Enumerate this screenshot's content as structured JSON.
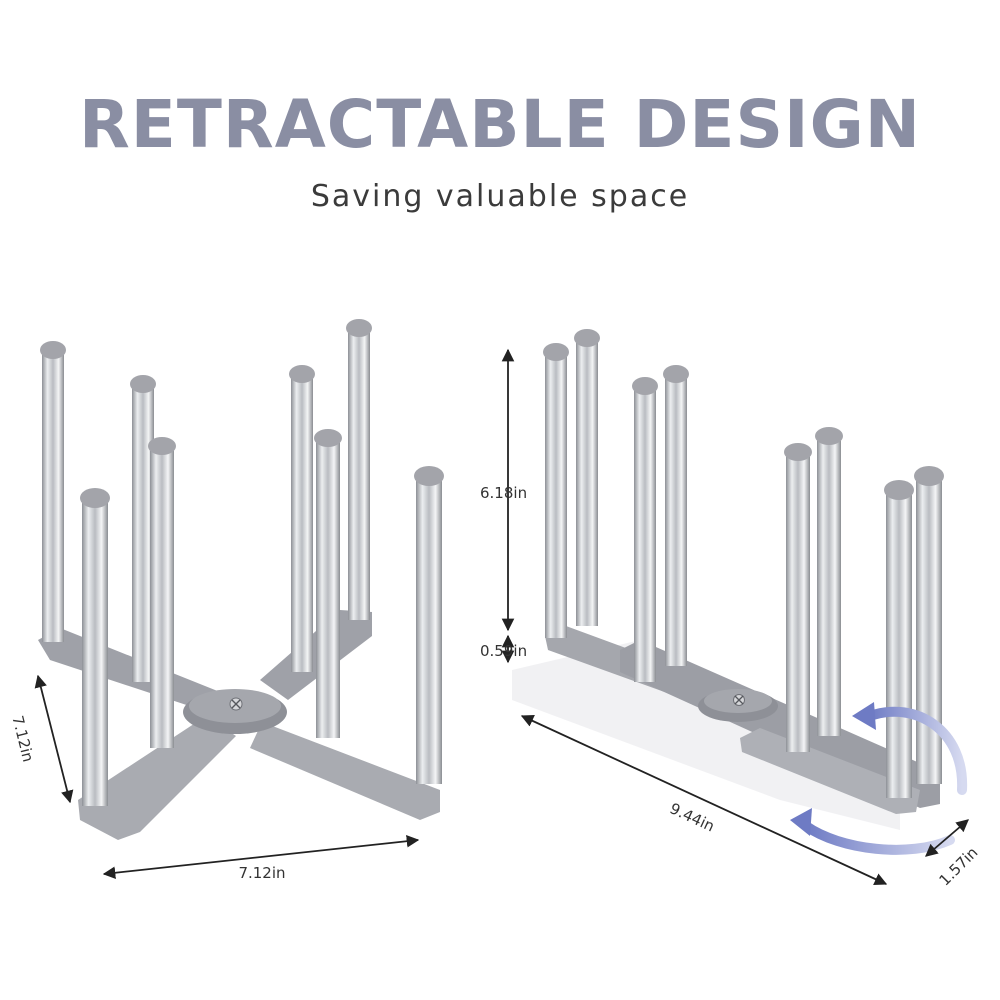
{
  "header": {
    "title": "RETRACTABLE DESIGN",
    "subtitle": "Saving valuable space"
  },
  "dimensions": {
    "expanded_side": "7.12in",
    "expanded_bottom": "7.12in",
    "folded_height": "6.18in",
    "folded_base": "0.59in",
    "folded_length": "9.44in",
    "folded_width": "1.57in"
  },
  "colors": {
    "title": "#8a8ea3",
    "subtitle": "#3b3b3b",
    "base": "#9fa1a8",
    "pole_cap": "#a3a4aa",
    "arrow": "#7b86c8"
  },
  "icons": [
    "rotate-arrows-icon",
    "screw-icon"
  ]
}
